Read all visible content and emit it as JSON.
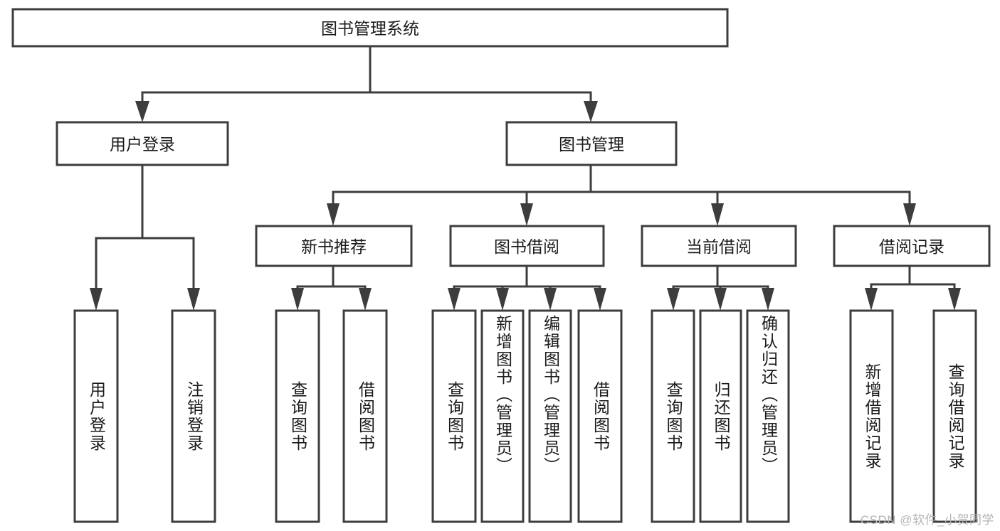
{
  "diagram": {
    "type": "tree",
    "title": "图书管理系统",
    "root": {
      "id": "root",
      "label": "图书管理系统",
      "orientation": "horizontal"
    },
    "level2": [
      {
        "id": "user-login",
        "label": "用户登录",
        "orientation": "horizontal"
      },
      {
        "id": "book-management",
        "label": "图书管理",
        "orientation": "horizontal"
      }
    ],
    "level3": [
      {
        "id": "new-book-recommend",
        "label": "新书推荐",
        "parent": "book-management",
        "orientation": "horizontal"
      },
      {
        "id": "book-borrow",
        "label": "图书借阅",
        "parent": "book-management",
        "orientation": "horizontal"
      },
      {
        "id": "current-borrow",
        "label": "当前借阅",
        "parent": "book-management",
        "orientation": "horizontal"
      },
      {
        "id": "borrow-record",
        "label": "借阅记录",
        "parent": "book-management",
        "orientation": "horizontal"
      }
    ],
    "leaves": [
      {
        "id": "leaf-user-login",
        "label": "用户登录",
        "parent": "user-login",
        "orientation": "vertical"
      },
      {
        "id": "leaf-logout-login",
        "label": "注销登录",
        "parent": "user-login",
        "orientation": "vertical"
      },
      {
        "id": "leaf-query-book-1",
        "label": "查询图书",
        "parent": "new-book-recommend",
        "orientation": "vertical"
      },
      {
        "id": "leaf-borrow-book-1",
        "label": "借阅图书",
        "parent": "new-book-recommend",
        "orientation": "vertical"
      },
      {
        "id": "leaf-query-book-2",
        "label": "查询图书",
        "parent": "book-borrow",
        "orientation": "vertical"
      },
      {
        "id": "leaf-add-book",
        "label": "新增图书（管理员）",
        "parent": "book-borrow",
        "orientation": "vertical"
      },
      {
        "id": "leaf-edit-book",
        "label": "编辑图书（管理员）",
        "parent": "book-borrow",
        "orientation": "vertical"
      },
      {
        "id": "leaf-borrow-book-2",
        "label": "借阅图书",
        "parent": "book-borrow",
        "orientation": "vertical"
      },
      {
        "id": "leaf-query-book-3",
        "label": "查询图书",
        "parent": "current-borrow",
        "orientation": "vertical"
      },
      {
        "id": "leaf-return-book",
        "label": "归还图书",
        "parent": "current-borrow",
        "orientation": "vertical"
      },
      {
        "id": "leaf-confirm-return",
        "label": "确认归还（管理员）",
        "parent": "current-borrow",
        "orientation": "vertical"
      },
      {
        "id": "leaf-add-borrow-record",
        "label": "新增借阅记录",
        "parent": "borrow-record",
        "orientation": "vertical"
      },
      {
        "id": "leaf-query-borrow-record",
        "label": "查询借阅记录",
        "parent": "borrow-record",
        "orientation": "vertical"
      }
    ]
  },
  "watermark": {
    "text": "CSDN @软件_小贺同学"
  },
  "colors": {
    "stroke": "#3d3d3d",
    "fill": "#ffffff",
    "text": "#1a1a1a",
    "watermark": "#b4b4b4"
  }
}
